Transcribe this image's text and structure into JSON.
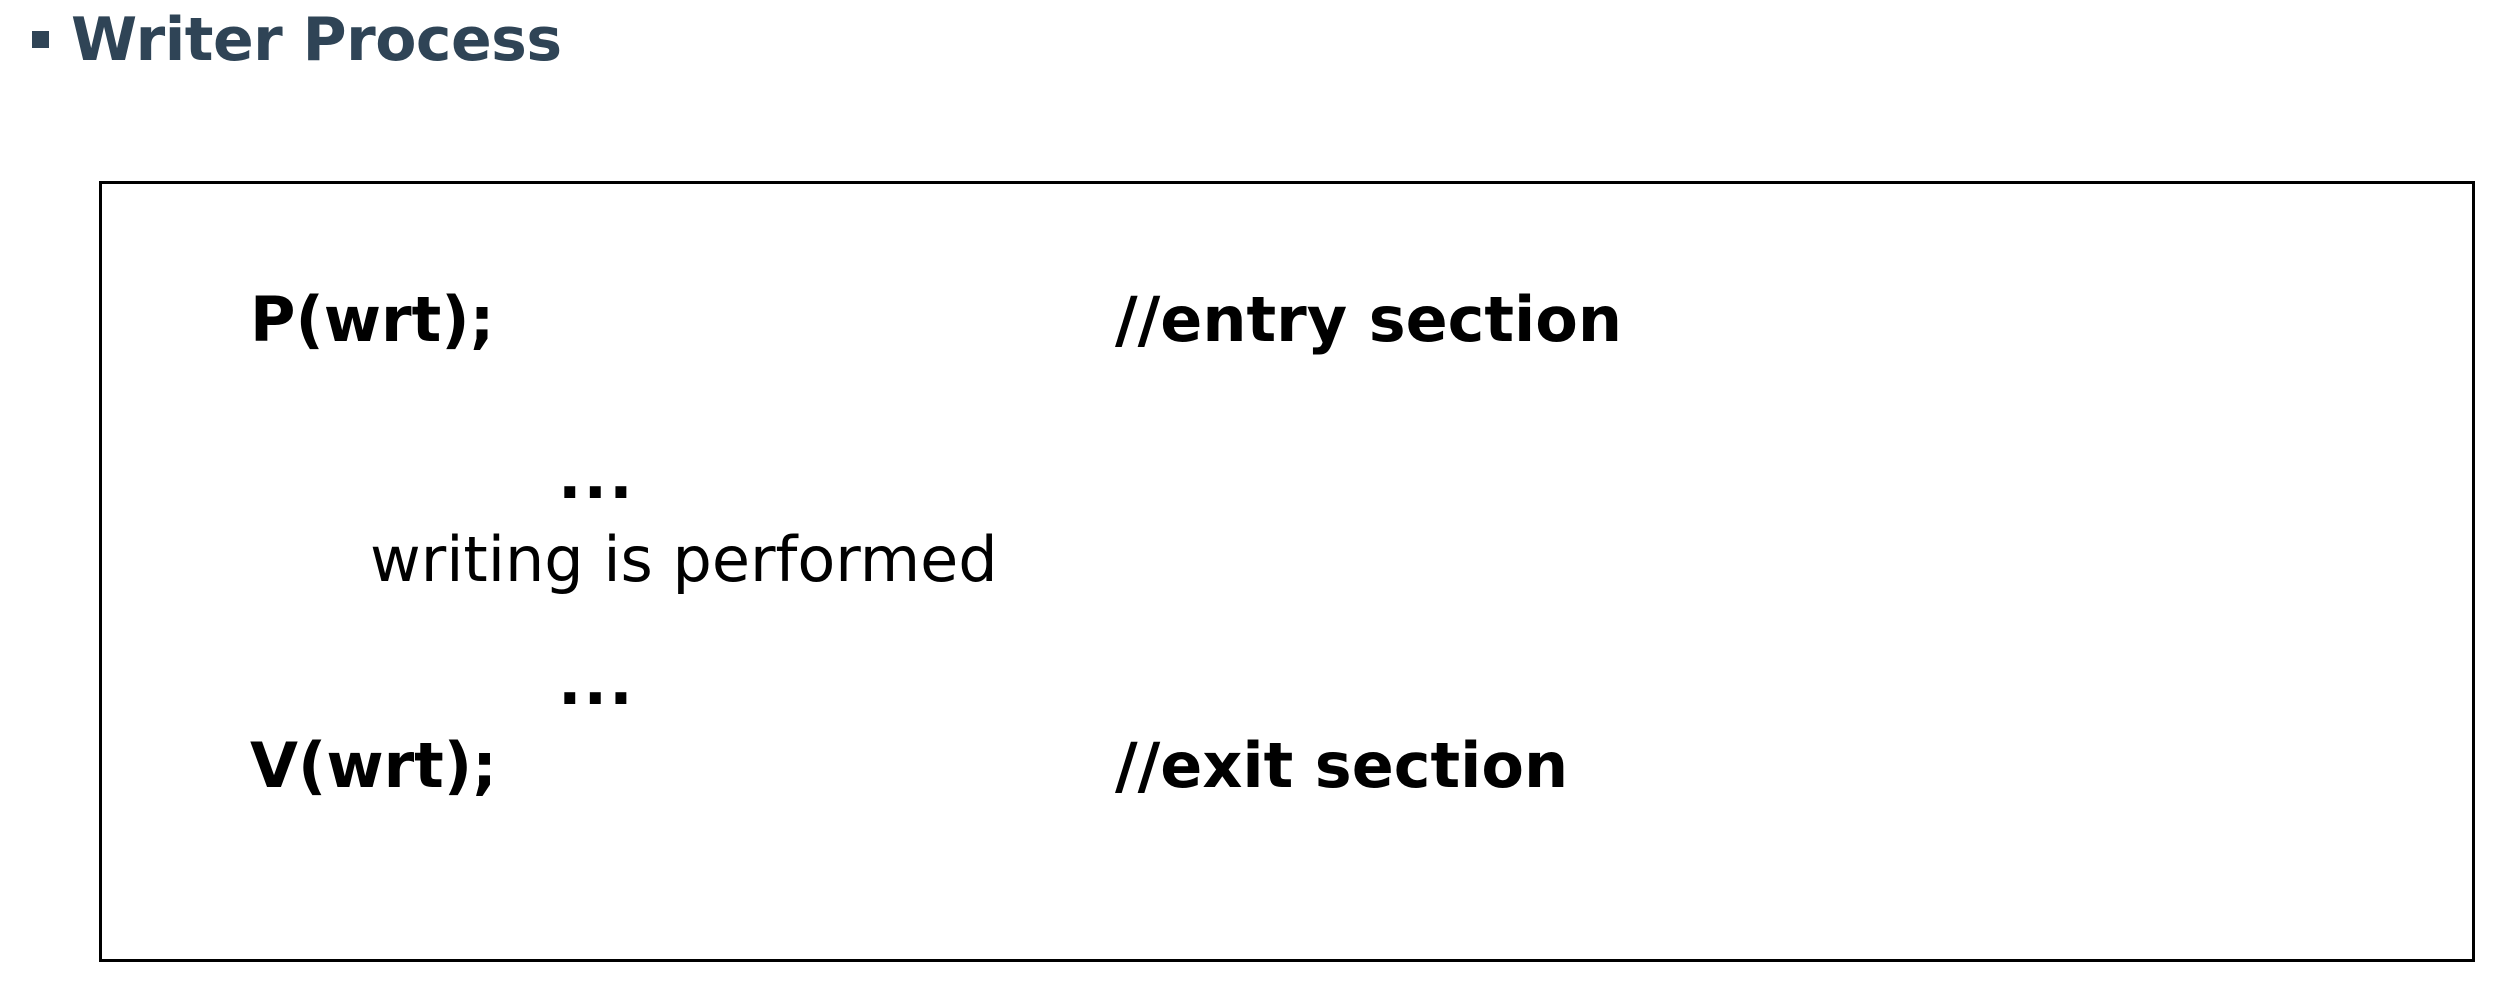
{
  "slide": {
    "heading": {
      "bullet_glyph": "square-bullet-icon",
      "text": "Writer Process",
      "color": "#2f4456"
    },
    "code_box": {
      "border_color": "#000000",
      "background": "#ffffff",
      "text_color": "#000000",
      "lines": [
        {
          "id": "entry",
          "statement": "P(wrt);",
          "comment": "//entry section",
          "statement_weight": "bold",
          "comment_weight": "bold"
        },
        {
          "id": "dots-1",
          "text": "...",
          "weight": "bold"
        },
        {
          "id": "writing",
          "text": "writing is performed",
          "weight": "regular"
        },
        {
          "id": "dots-2",
          "text": "...",
          "weight": "bold"
        },
        {
          "id": "exit",
          "statement": "V(wrt);",
          "comment": "//exit section",
          "statement_weight": "bold",
          "comment_weight": "bold"
        }
      ]
    }
  }
}
